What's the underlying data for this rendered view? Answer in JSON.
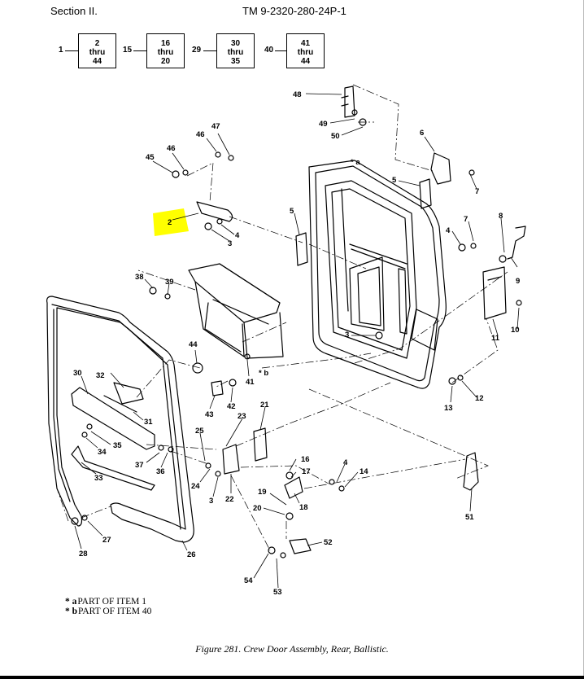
{
  "header": {
    "section": "Section II.",
    "manual": "TM 9-2320-280-24P-1"
  },
  "nav_boxes": [
    {
      "lead": "1",
      "top": "2",
      "mid": "thru",
      "bot": "44"
    },
    {
      "lead": "15",
      "top": "16",
      "mid": "thru",
      "bot": "20"
    },
    {
      "lead": "29",
      "top": "30",
      "mid": "thru",
      "bot": "35"
    },
    {
      "lead": "40",
      "top": "41",
      "mid": "thru",
      "bot": "44"
    }
  ],
  "callouts": {
    "c1": "1",
    "c2": "2",
    "c3a": "3",
    "c3b": "3",
    "c3c": "3",
    "c4a": "4",
    "c4b": "4",
    "c4c": "4",
    "c5a": "5",
    "c5b": "5",
    "c6": "6",
    "c7a": "7",
    "c7b": "7",
    "c8": "8",
    "c9": "9",
    "c10": "10",
    "c11": "11",
    "c12": "12",
    "c13": "13",
    "c14": "14",
    "c16": "16",
    "c17": "17",
    "c18": "18",
    "c19": "19",
    "c20": "20",
    "c21": "21",
    "c22": "22",
    "c23": "23",
    "c24": "24",
    "c25": "25",
    "c26": "26",
    "c27": "27",
    "c28": "28",
    "c30": "30",
    "c31": "31",
    "c32": "32",
    "c33": "33",
    "c34": "34",
    "c35": "35",
    "c36": "36",
    "c37": "37",
    "c38": "38",
    "c39": "39",
    "c41": "41",
    "c42": "42",
    "c43": "43",
    "c44": "44",
    "c45": "45",
    "c46": "46",
    "c47": "47",
    "c48": "48",
    "c49": "49",
    "c50": "50",
    "c51": "51",
    "c52": "52",
    "c53": "53",
    "c54": "54",
    "star_a": "* a",
    "star_b": "* b"
  },
  "footnotes": [
    {
      "marker": "* a",
      "text": "PART OF ITEM 1"
    },
    {
      "marker": "* b",
      "text": "PART OF ITEM 40"
    }
  ],
  "caption": "Figure 281.  Crew Door Assembly, Rear, Ballistic.",
  "highlight_color": "#ffff00"
}
